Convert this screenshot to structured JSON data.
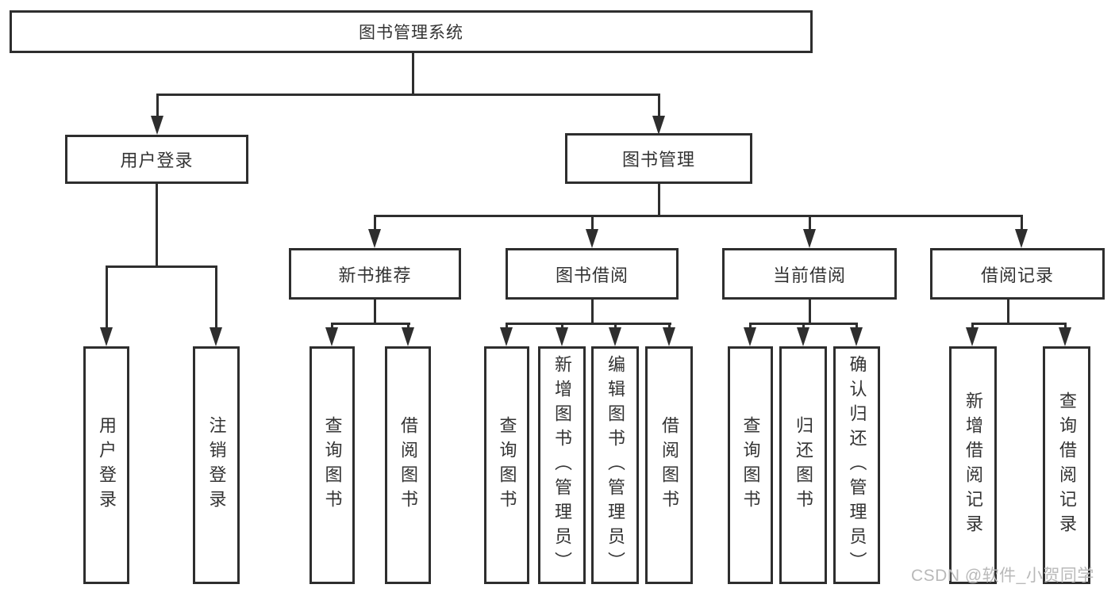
{
  "diagram": {
    "root": "图书管理系统",
    "user_login": {
      "label": "用户登录",
      "children": [
        "用户登录",
        "注销登录"
      ]
    },
    "book_mgmt": {
      "label": "图书管理",
      "sections": [
        {
          "label": "新书推荐",
          "children": [
            "查询图书",
            "借阅图书"
          ]
        },
        {
          "label": "图书借阅",
          "children": [
            "查询图书",
            "新增图书（管理员）",
            "编辑图书（管理员）",
            "借阅图书"
          ]
        },
        {
          "label": "当前借阅",
          "children": [
            "查询图书",
            "归还图书",
            "确认归还（管理员）"
          ]
        },
        {
          "label": "借阅记录",
          "children": [
            "新增借阅记录",
            "查询借阅记录"
          ]
        }
      ]
    }
  },
  "watermark": {
    "text": "CSDN @软件_小贺同学"
  },
  "colors": {
    "line": "#2e2e2e",
    "text": "#333333",
    "watermark": "#b9b9b9",
    "background": "#ffffff"
  }
}
